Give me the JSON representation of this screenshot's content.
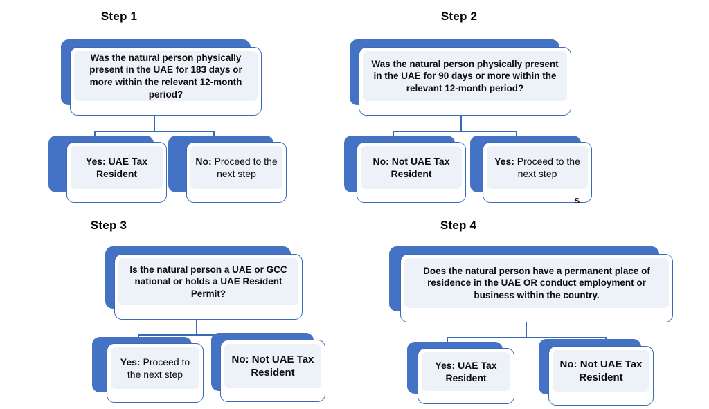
{
  "diagram": {
    "title": "UAE Tax Residency Decision Flowchart",
    "colors": {
      "plate_blue": "#4472C4",
      "card_border": "#3B6AB8",
      "card_fill": "#FFFFFF",
      "inner_tint": "#EDF1F8",
      "text": "#0D0D0D",
      "background": "#FFFFFF"
    },
    "artifact_glyph": "s"
  },
  "steps": [
    {
      "id": "step1",
      "heading": "Step 1",
      "question": "Was the natural person physically present in the UAE for 183 days or more within the relevant 12-month period?",
      "answers": [
        {
          "prefix": "Yes:",
          "text": " UAE Tax Resident",
          "full": "Yes: UAE Tax Resident",
          "outcome": "UAE Tax Resident"
        },
        {
          "prefix": "No:",
          "text": " Proceed to the next step",
          "full": "No: Proceed to the next step",
          "outcome": "Proceed to the next step"
        }
      ]
    },
    {
      "id": "step2",
      "heading": "Step 2",
      "question": "Was the natural person physically present in the UAE for 90 days or more within the relevant 12-month period?",
      "answers": [
        {
          "prefix": "No:",
          "text": " Not UAE Tax Resident",
          "full": "No: Not UAE Tax Resident",
          "outcome": "Not UAE Tax Resident"
        },
        {
          "prefix": "Yes:",
          "text": " Proceed to the next step",
          "full": "Yes: Proceed to the next step",
          "outcome": "Proceed to the next step"
        }
      ]
    },
    {
      "id": "step3",
      "heading": "Step 3",
      "question": "Is the natural person a UAE or GCC national or holds a UAE Resident Permit?",
      "answers": [
        {
          "prefix": "Yes:",
          "text": " Proceed to the next step",
          "full": "Yes: Proceed to the next step",
          "outcome": "Proceed to the next step"
        },
        {
          "prefix": "No:",
          "text": "  Not UAE Tax Resident",
          "full": "No:  Not UAE Tax Resident",
          "outcome": "Not UAE Tax Resident"
        }
      ]
    },
    {
      "id": "step4",
      "heading": "Step 4",
      "question_parts": {
        "before": "Does the natural person have a permanent place of residence in the UAE ",
        "emphasis": "OR",
        "after": " conduct employment or business within the country."
      },
      "question": "Does the natural person have a permanent place of residence in the UAE OR conduct employment or business within the country.",
      "answers": [
        {
          "prefix": "Yes:",
          "text": " UAE Tax Resident",
          "full": "Yes: UAE Tax Resident",
          "outcome": "UAE Tax Resident"
        },
        {
          "prefix": "No:",
          "text": " Not UAE Tax Resident",
          "full": "No: Not UAE Tax Resident",
          "outcome": "Not UAE Tax Resident"
        }
      ]
    }
  ]
}
